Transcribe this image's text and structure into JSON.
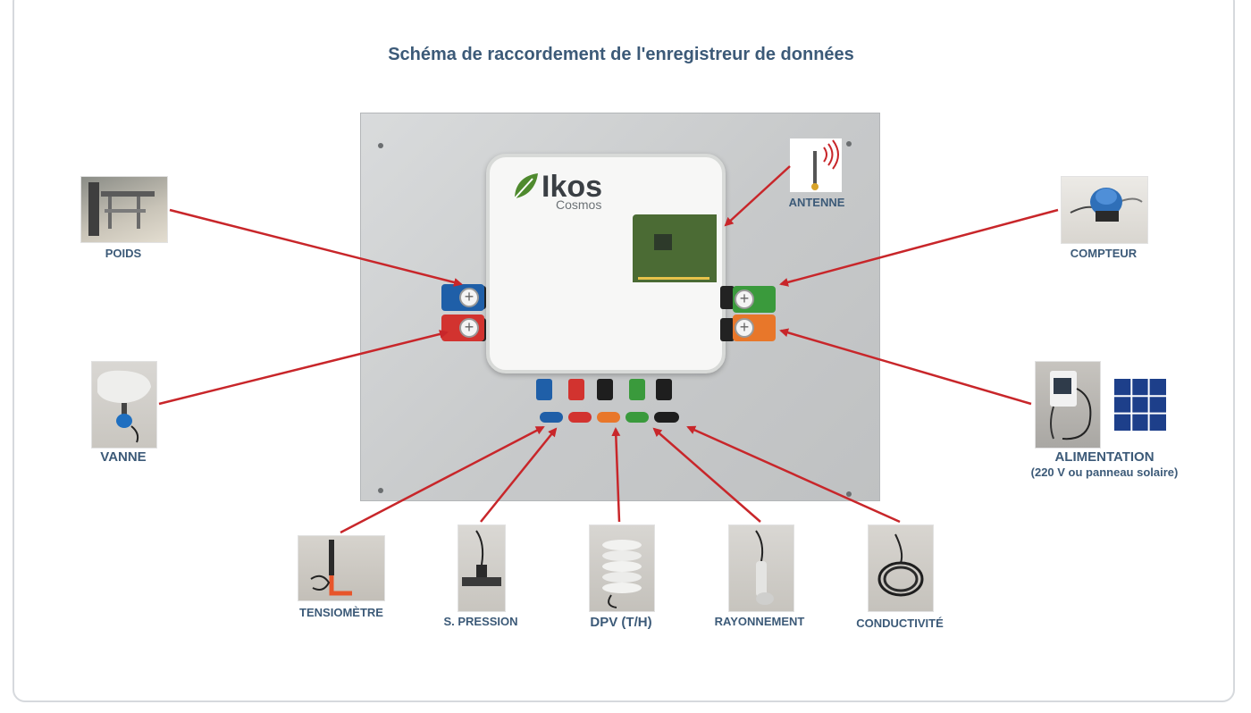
{
  "title": "Schéma de raccordement de l'enregistreur de données",
  "device": {
    "brand": "Ikos",
    "model": "Cosmos"
  },
  "labels": {
    "antenne": "ANTENNE",
    "poids": "POIDS",
    "compteur": "COMPTEUR",
    "vanne": "VANNE",
    "alimentation": "ALIMENTATION",
    "alimentation_sub": "(220 V ou panneau solaire)",
    "tensiometre": "TENSIOMÈTRE",
    "s_pression": "S. PRESSION",
    "dpv": "DPV (T/H)",
    "rayonnement": "RAYONNEMENT",
    "conductivite": "CONDUCTIVITÉ"
  },
  "colors": {
    "title": "#3c5a78",
    "arrow": "#c8262a",
    "port_blue": "#1f5fa8",
    "port_red": "#d2332f",
    "port_green": "#3a9a3c",
    "port_orange": "#e8772a",
    "port_black": "#1e1e1e"
  }
}
